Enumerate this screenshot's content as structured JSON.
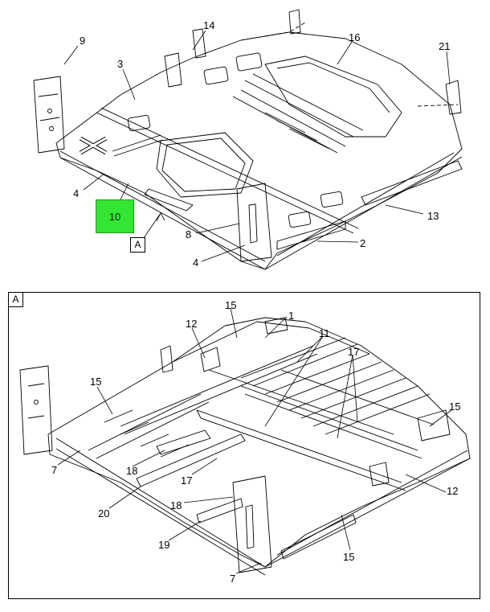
{
  "top_view": {
    "callouts": [
      {
        "id": "c9",
        "text": "9"
      },
      {
        "id": "c14",
        "text": "14"
      },
      {
        "id": "c16",
        "text": "16"
      },
      {
        "id": "c21",
        "text": "21"
      },
      {
        "id": "c3",
        "text": "3"
      },
      {
        "id": "c4a",
        "text": "4"
      },
      {
        "id": "c10",
        "text": "10"
      },
      {
        "id": "c8",
        "text": "8"
      },
      {
        "id": "c4b",
        "text": "4"
      },
      {
        "id": "c13",
        "text": "13"
      },
      {
        "id": "c2",
        "text": "2"
      }
    ],
    "view_marker": "A",
    "highlight_color": "#33e633"
  },
  "detail_view": {
    "tag": "A",
    "callouts": [
      {
        "id": "d15a",
        "text": "15"
      },
      {
        "id": "d1",
        "text": "1"
      },
      {
        "id": "d12a",
        "text": "12"
      },
      {
        "id": "d11",
        "text": "11"
      },
      {
        "id": "d17a",
        "text": "17"
      },
      {
        "id": "d15b",
        "text": "15"
      },
      {
        "id": "d15c",
        "text": "15"
      },
      {
        "id": "d7a",
        "text": "7"
      },
      {
        "id": "d18a",
        "text": "18"
      },
      {
        "id": "d17b",
        "text": "17"
      },
      {
        "id": "d20",
        "text": "20"
      },
      {
        "id": "d12b",
        "text": "12"
      },
      {
        "id": "d18b",
        "text": "18"
      },
      {
        "id": "d19",
        "text": "19"
      },
      {
        "id": "d15d",
        "text": "15"
      },
      {
        "id": "d7b",
        "text": "7"
      }
    ]
  }
}
